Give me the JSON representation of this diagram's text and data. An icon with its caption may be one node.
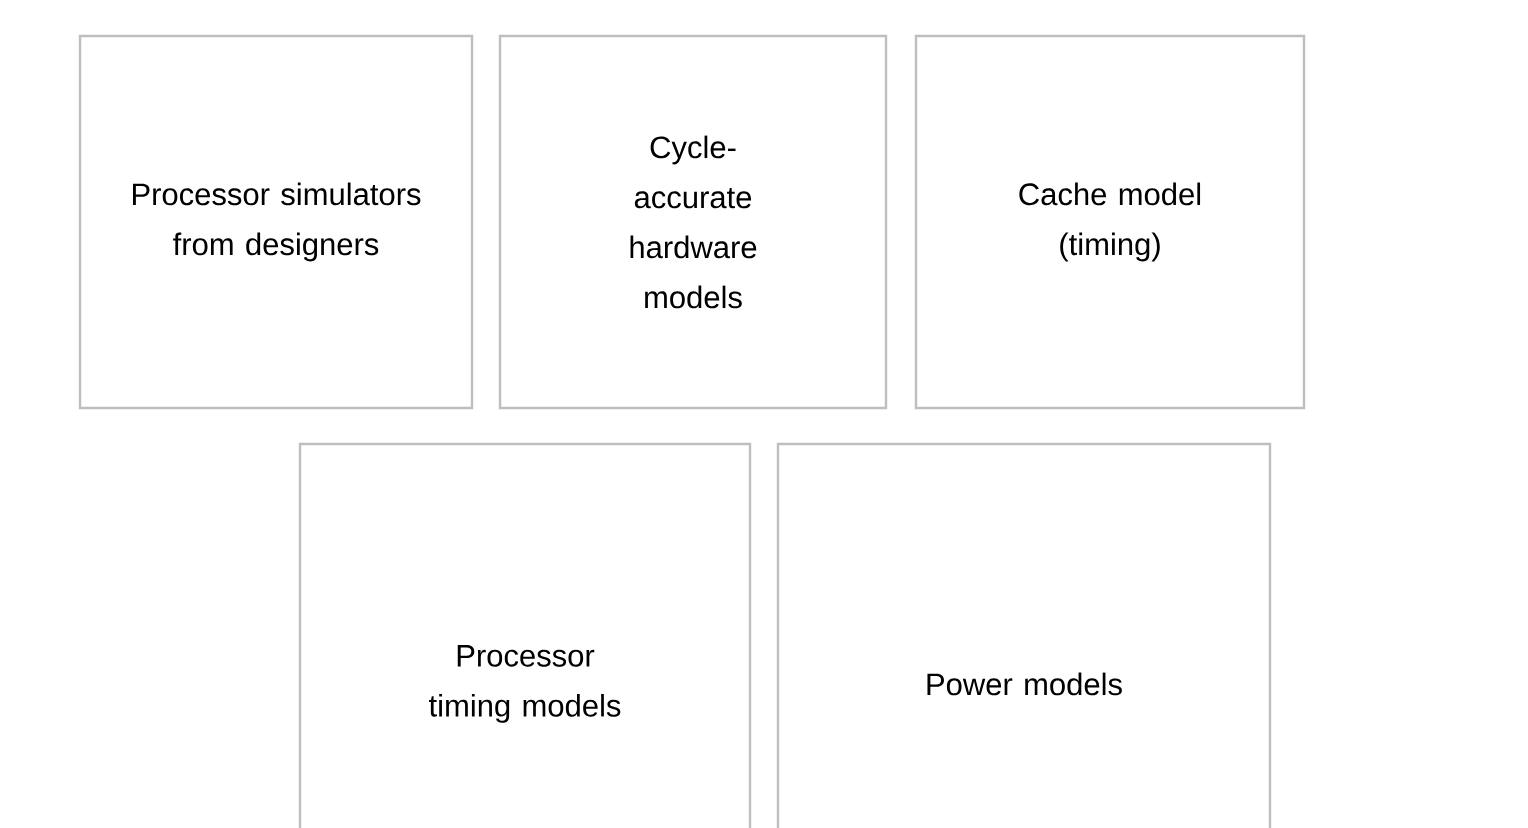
{
  "diagram": {
    "nodes": [
      {
        "text": [
          "Processor simulators from designers"
        ]
      },
      {
        "text": [
          "Cycle-accurate hardware models"
        ]
      },
      {
        "text": [
          "Cache model (timing)"
        ]
      },
      {
        "text": [
          "Processor timing models"
        ]
      },
      {
        "text": [
          "Power models"
        ]
      }
    ]
  }
}
